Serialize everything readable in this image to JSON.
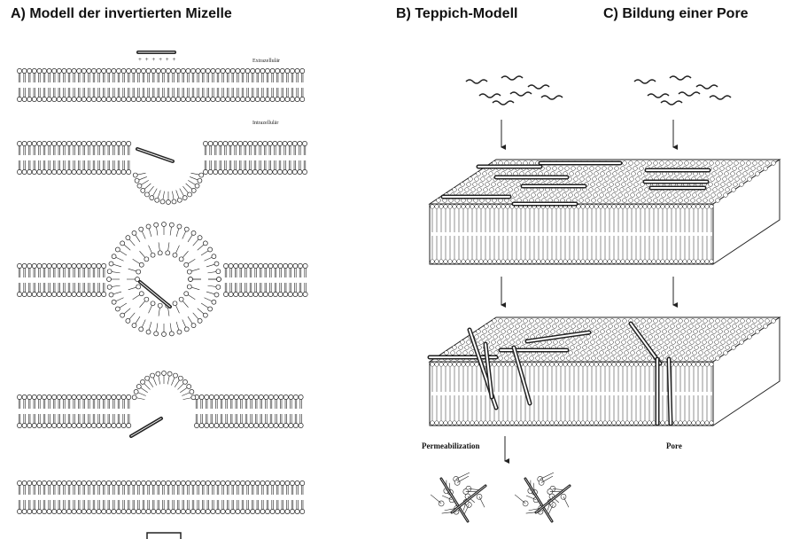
{
  "panels": {
    "a": {
      "title": "A) Modell der invertierten Mizelle",
      "label_extracellular": "Extrazellulär",
      "label_intracellular": "Intrazellulär",
      "charges": "+ + + + + +"
    },
    "b": {
      "title": "B) Teppich-Modell",
      "label_bottom": "Permeabilization"
    },
    "c": {
      "title": "C) Bildung einer Pore",
      "label_bottom": "Pore"
    }
  },
  "colors": {
    "ink": "#222222",
    "paper": "#ffffff"
  }
}
